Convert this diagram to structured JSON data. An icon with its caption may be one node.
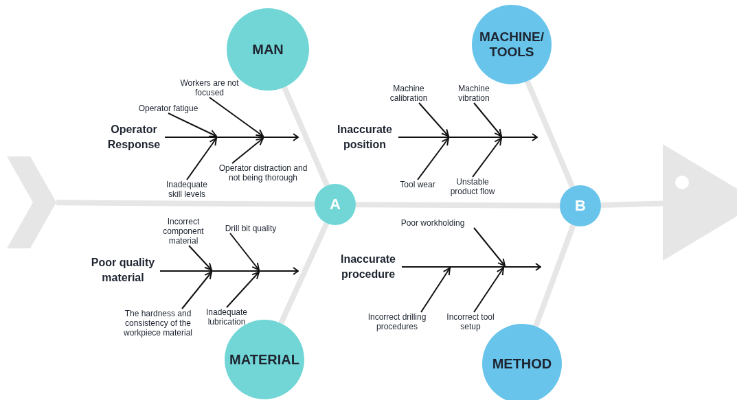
{
  "diagram": {
    "nodes": [
      {
        "text": [
          "MAN"
        ]
      },
      {
        "text": [
          "MACHINE/ TOOLS"
        ]
      },
      {
        "text": [
          "Workers are not focused"
        ]
      },
      {
        "text": [
          "Machine calibration"
        ]
      },
      {
        "text": [
          "Machine vibration"
        ]
      },
      {
        "text": [
          "Operator fatigue"
        ]
      },
      {
        "text": [
          "Operator Response"
        ]
      },
      {
        "text": [
          "Inaccurate position"
        ]
      },
      {
        "text": [
          "Operator distraction and not being thorough"
        ]
      },
      {
        "text": [
          "Inadequate skill levels"
        ]
      },
      {
        "text": [
          "Tool wear"
        ]
      },
      {
        "text": [
          "Unstable product flow"
        ]
      },
      {
        "text": [],
        "shape": "chevron"
      },
      {
        "text": [
          "A"
        ]
      },
      {
        "text": [
          "B"
        ]
      },
      {
        "text": [],
        "shape": "triangle"
      },
      {
        "text": [
          "Incorrect component material"
        ]
      },
      {
        "text": [
          "Drill bit quality"
        ]
      },
      {
        "text": [
          "Poor workholding"
        ]
      },
      {
        "text": [
          "Poor quality material"
        ]
      },
      {
        "text": [
          "Inaccurate procedure"
        ]
      },
      {
        "text": [
          "The hardness and consistency of the workpiece material"
        ]
      },
      {
        "text": [
          "Inadequate lubrication"
        ]
      },
      {
        "text": [
          "Incorrect drilling procedures"
        ]
      },
      {
        "text": [
          "Incorrect tool setup"
        ]
      },
      {
        "text": [
          "MATERIAL"
        ]
      },
      {
        "text": [
          "METHOD"
        ]
      }
    ],
    "edges": [
      {
        "from": 12,
        "to": 13,
        "arrow": "none",
        "style": "thick",
        "color": "#e6e6e6"
      },
      {
        "from": 13,
        "to": 14,
        "arrow": "none",
        "style": "thick",
        "color": "#e6e6e6"
      },
      {
        "from": 14,
        "to": 15,
        "arrow": "none",
        "style": "thick",
        "color": "#e6e6e6"
      },
      {
        "from": 0,
        "to": 13,
        "arrow": "none",
        "style": "thick",
        "color": "#e6e6e6"
      },
      {
        "from": 25,
        "to": 13,
        "arrow": "none",
        "style": "thick",
        "color": "#e6e6e6"
      },
      {
        "from": 1,
        "to": 14,
        "arrow": "none",
        "style": "thick",
        "color": "#e6e6e6"
      },
      {
        "from": 26,
        "to": 14,
        "arrow": "none",
        "style": "thick",
        "color": "#e6e6e6"
      },
      {
        "from": 5,
        "to": 6,
        "arrow": "to"
      },
      {
        "from": 2,
        "to": 6,
        "arrow": "to"
      },
      {
        "from": 9,
        "to": 6,
        "arrow": "to"
      },
      {
        "from": 8,
        "to": 6,
        "arrow": "to"
      },
      {
        "from": 3,
        "to": 7,
        "arrow": "to"
      },
      {
        "from": 4,
        "to": 7,
        "arrow": "to"
      },
      {
        "from": 10,
        "to": 7,
        "arrow": "to"
      },
      {
        "from": 11,
        "to": 7,
        "arrow": "to"
      },
      {
        "from": 16,
        "to": 19,
        "arrow": "to"
      },
      {
        "from": 17,
        "to": 19,
        "arrow": "to"
      },
      {
        "from": 21,
        "to": 19,
        "arrow": "to"
      },
      {
        "from": 22,
        "to": 19,
        "arrow": "to"
      },
      {
        "from": 18,
        "to": 20,
        "arrow": "to"
      },
      {
        "from": 23,
        "to": 20,
        "arrow": "to"
      },
      {
        "from": 24,
        "to": 20,
        "arrow": "to"
      }
    ]
  }
}
